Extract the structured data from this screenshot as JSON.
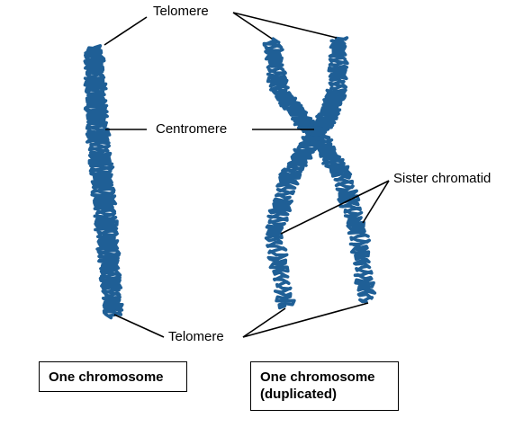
{
  "labels": {
    "telomere_top": "Telomere",
    "centromere": "Centromere",
    "sister_chromatid": "Sister chromatid",
    "telomere_bottom": "Telomere"
  },
  "captions": {
    "single": "One chromosome",
    "duplicated_line1": "One chromosome",
    "duplicated_line2": "(duplicated)"
  },
  "colors": {
    "chromosome": "#1f5f96",
    "leader_line": "#000000"
  }
}
